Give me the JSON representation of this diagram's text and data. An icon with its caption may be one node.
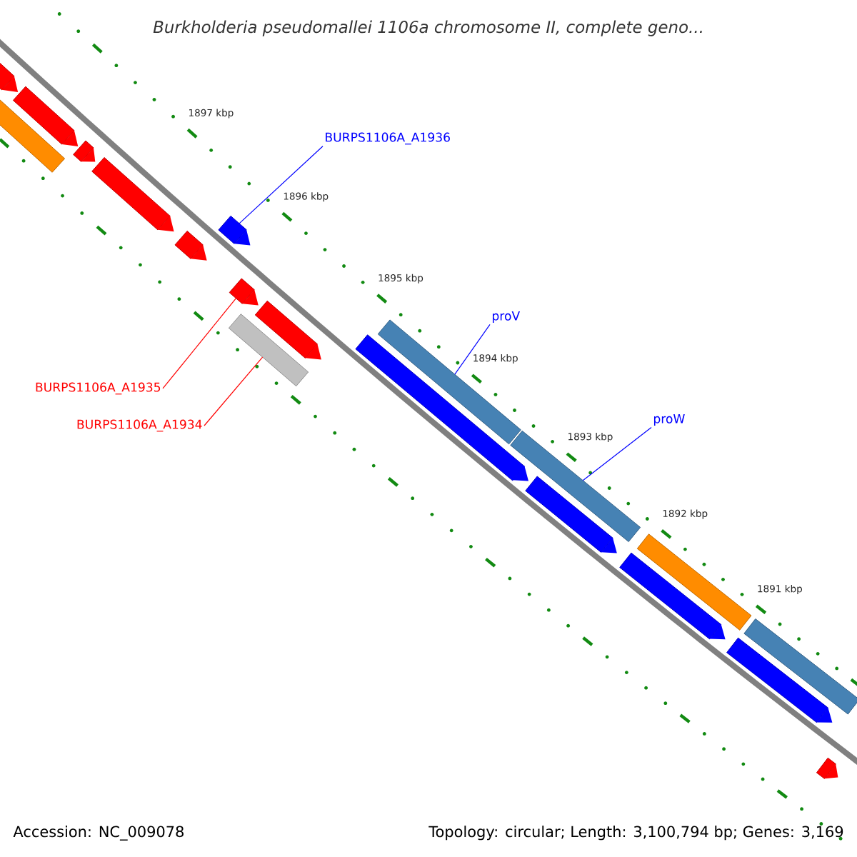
{
  "diagram": {
    "title": "Burkholderia pseudomallei 1106a chromosome II, complete geno...",
    "nodes": [
      {
        "text": [
          "BURPS1106A_A1936"
        ]
      },
      {
        "text": [
          "proV"
        ]
      },
      {
        "text": [
          "BURPS1106A_A1935"
        ]
      },
      {
        "text": [
          "proW"
        ]
      },
      {
        "text": [
          "BURPS1106A_A1934"
        ]
      },
      {
        "text": [],
        "shape": "pentagon"
      },
      {
        "text": [],
        "shape": "bar"
      },
      {
        "text": [],
        "shape": "pentagon"
      },
      {
        "text": [],
        "shape": "pentagon"
      },
      {
        "text": [],
        "shape": "pentagon"
      },
      {
        "text": [],
        "shape": "pentagon"
      },
      {
        "text": [],
        "shape": "pentagon"
      },
      {
        "text": [],
        "shape": "bar"
      },
      {
        "text": [],
        "shape": "pentagon"
      },
      {
        "text": [],
        "shape": "pentagon"
      },
      {
        "text": [],
        "shape": "pentagon"
      },
      {
        "text": [],
        "shape": "bar"
      },
      {
        "text": [],
        "shape": "bar"
      },
      {
        "text": [],
        "shape": "pentagon"
      },
      {
        "text": [],
        "shape": "pentagon"
      },
      {
        "text": [],
        "shape": "bar"
      },
      {
        "text": [],
        "shape": "pentagon"
      },
      {
        "text": [],
        "shape": "bar"
      },
      {
        "text": [],
        "shape": "pentagon"
      }
    ],
    "edges": [
      {
        "from": 0,
        "to": 11,
        "arrow": "none"
      },
      {
        "from": 1,
        "to": 16,
        "arrow": "none"
      },
      {
        "from": 2,
        "to": 13,
        "arrow": "none",
        "color": "#ff0000"
      },
      {
        "from": 3,
        "to": 17,
        "arrow": "none"
      },
      {
        "from": 4,
        "to": 12,
        "arrow": "none",
        "color": "#ff0000"
      }
    ],
    "labels": [
      "1897 kbp",
      "1896 kbp",
      "1895 kbp",
      "1894 kbp",
      "1893 kbp",
      "1892 kbp",
      "1891 kbp",
      "Accession: NC_009078",
      "Topology: circular; Length: 3,100,794 bp; Genes: 3,169"
    ]
  }
}
